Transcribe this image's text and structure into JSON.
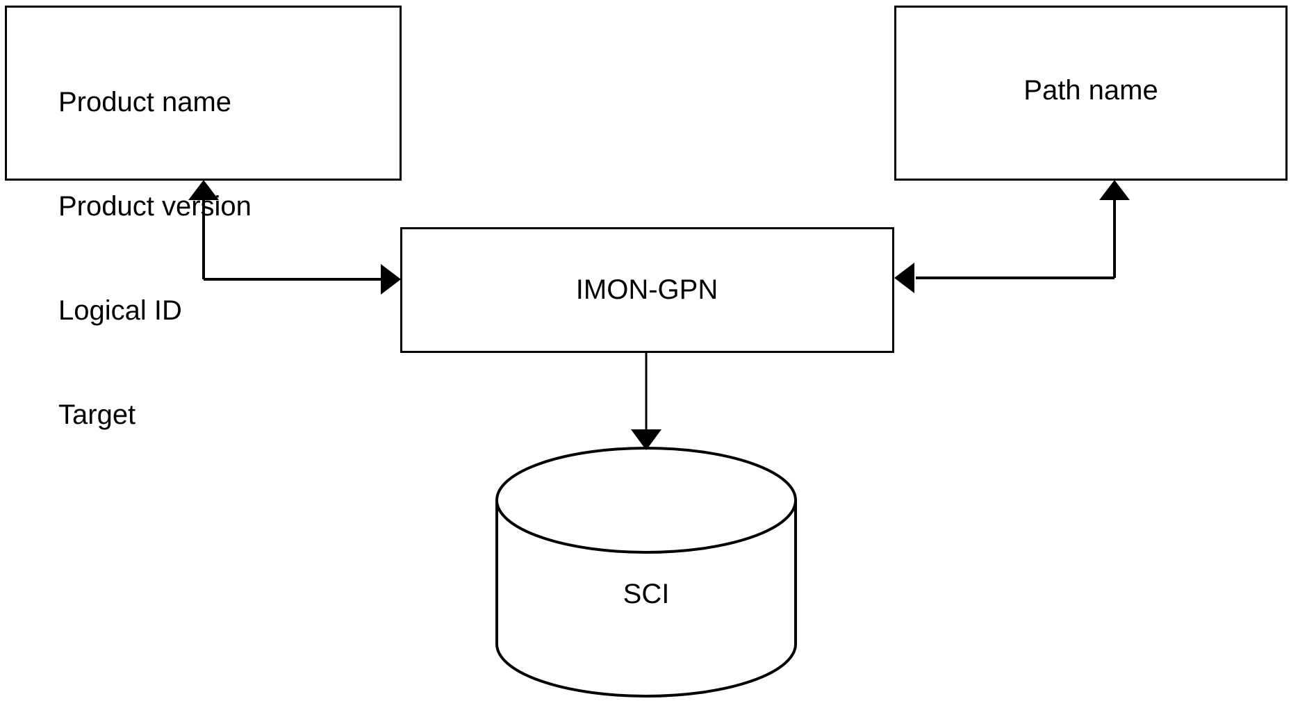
{
  "diagram": {
    "title": "IMON-GPN data flow",
    "background_color": "#ffffff",
    "stroke_color": "#000000",
    "nodes": {
      "attributes_box": {
        "shape": "rectangle",
        "lines": [
          "Product name",
          "Product version",
          "Logical ID",
          "Target"
        ]
      },
      "path_name_box": {
        "shape": "rectangle",
        "label": "Path name"
      },
      "process_box": {
        "shape": "rectangle",
        "label": "IMON-GPN"
      },
      "datastore": {
        "shape": "cylinder",
        "label": "SCI"
      }
    },
    "edges": [
      {
        "name": "attributes-to-process",
        "from": "process_box",
        "to": "attributes_box",
        "style": "elbow",
        "arrowheads": "both"
      },
      {
        "name": "pathname-to-process",
        "from": "path_name_box",
        "to": "process_box",
        "style": "elbow",
        "arrowheads": "both"
      },
      {
        "name": "process-to-datastore",
        "from": "process_box",
        "to": "datastore",
        "style": "straight",
        "arrowheads": "end"
      }
    ]
  }
}
